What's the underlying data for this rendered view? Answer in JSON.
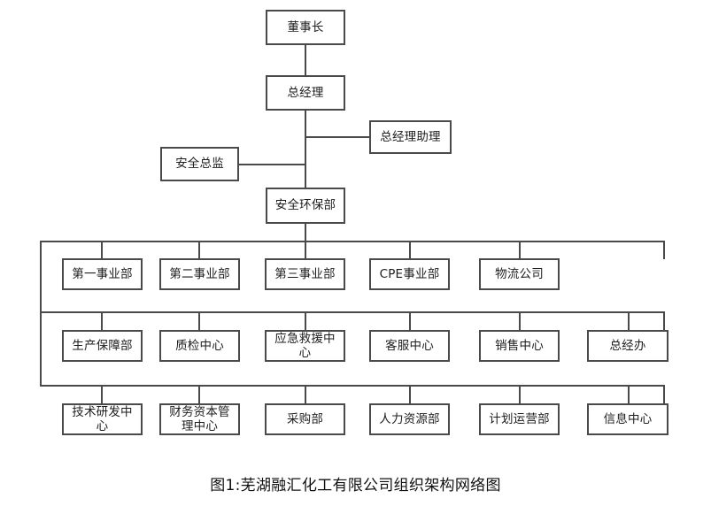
{
  "chart_data": {
    "type": "diagram",
    "diagram_kind": "organization-chart",
    "title": "图1:芜湖融汇化工有限公司组织架构网络图",
    "orientation": "top-down",
    "box_style": {
      "border_color": "#4a4a4a",
      "fill_color": "#ffffff",
      "text_color": "#1d1d1d",
      "line_color": "#4a4a4a"
    },
    "levels": [
      {
        "level": 1,
        "nodes": [
          "董事长"
        ]
      },
      {
        "level": 2,
        "nodes": [
          "总经理"
        ]
      },
      {
        "level": 3,
        "nodes": [
          "总经理助理",
          "安全总监"
        ]
      },
      {
        "level": 4,
        "nodes": [
          "安全环保部"
        ]
      },
      {
        "level": 5,
        "nodes": [
          "第一事业部",
          "第二事业部",
          "第三事业部",
          "CPE事业部",
          "物流公司"
        ]
      },
      {
        "level": 6,
        "nodes": [
          "生产保障部",
          "质检中心",
          "应急救援中心",
          "客服中心",
          "销售中心",
          "总经办"
        ]
      },
      {
        "level": 7,
        "nodes": [
          "技术研发中心",
          "财务资本管理中心",
          "采购部",
          "人力资源部",
          "计划运营部",
          "信息中心"
        ]
      }
    ],
    "edges": [
      {
        "from": "董事长",
        "to": "总经理"
      },
      {
        "from": "总经理",
        "to": "总经理助理"
      },
      {
        "from": "总经理",
        "to": "安全总监"
      },
      {
        "from": "总经理",
        "to": "安全环保部"
      },
      {
        "from": "安全环保部",
        "to": "第一事业部"
      },
      {
        "from": "安全环保部",
        "to": "第二事业部"
      },
      {
        "from": "安全环保部",
        "to": "第三事业部"
      },
      {
        "from": "安全环保部",
        "to": "CPE事业部"
      },
      {
        "from": "安全环保部",
        "to": "物流公司"
      },
      {
        "from": "安全环保部",
        "to": "生产保障部"
      },
      {
        "from": "安全环保部",
        "to": "质检中心"
      },
      {
        "from": "安全环保部",
        "to": "应急救援中心"
      },
      {
        "from": "安全环保部",
        "to": "客服中心"
      },
      {
        "from": "安全环保部",
        "to": "销售中心"
      },
      {
        "from": "安全环保部",
        "to": "总经办"
      },
      {
        "from": "安全环保部",
        "to": "技术研发中心"
      },
      {
        "from": "安全环保部",
        "to": "财务资本管理中心"
      },
      {
        "from": "安全环保部",
        "to": "采购部"
      },
      {
        "from": "安全环保部",
        "to": "人力资源部"
      },
      {
        "from": "安全环保部",
        "to": "计划运营部"
      },
      {
        "from": "安全环保部",
        "to": "信息中心"
      }
    ]
  },
  "chart": {
    "nodes": {
      "chairman": "董事长",
      "general_manager": "总经理",
      "gm_assistant": "总经理助理",
      "safety_director": "安全总监",
      "safety_env_dept": "安全环保部",
      "division_1": "第一事业部",
      "division_2": "第二事业部",
      "division_3": "第三事业部",
      "division_cpe": "CPE事业部",
      "logistics_company": "物流公司",
      "production_support": "生产保障部",
      "quality_center": "质检中心",
      "emergency_rescue": "应急救援中心",
      "customer_service": "客服中心",
      "sales_center": "销售中心",
      "gm_office": "总经办",
      "rnd_center": "技术研发中心",
      "finance_capital": "财务资本管理中心",
      "procurement": "采购部",
      "human_resources": "人力资源部",
      "planning_operations": "计划运营部",
      "information_center": "信息中心"
    }
  },
  "caption": {
    "text": "图1:芜湖融汇化工有限公司组织架构网络图"
  }
}
